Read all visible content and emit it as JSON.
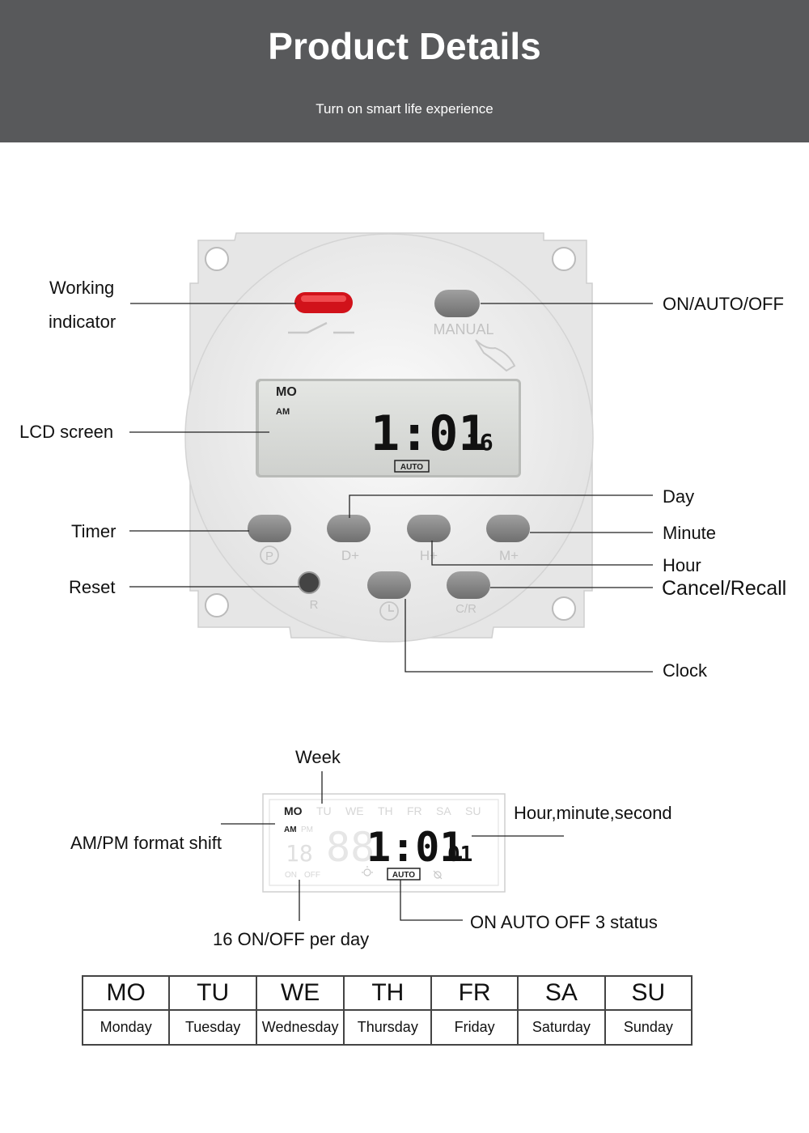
{
  "header": {
    "title": "Product Details",
    "subtitle": "Turn on smart life experience"
  },
  "device": {
    "manual_label": "MANUAL",
    "lcd": {
      "day": "MO",
      "ampm": "AM",
      "time": "1:01",
      "seconds": "16",
      "mode": "AUTO"
    },
    "button_marks": {
      "timer": "P",
      "day": "D+",
      "hour": "H+",
      "minute": "M+",
      "reset": "R",
      "cancel_recall": "C/R"
    }
  },
  "callouts": {
    "working_indicator_line1": "Working",
    "working_indicator_line2": "indicator",
    "lcd_screen": "LCD screen",
    "timer": "Timer",
    "reset": "Reset",
    "on_auto_off": "ON/AUTO/OFF",
    "day": "Day",
    "minute": "Minute",
    "hour": "Hour",
    "cancel_recall": "Cancel/Recall",
    "clock": "Clock"
  },
  "display_diagram": {
    "week_label": "Week",
    "ampm_label": "AM/PM format shift",
    "hms_label": "Hour,minute,second",
    "onoff_label": "16 ON/OFF per day",
    "status_label": "ON AUTO OFF 3 status",
    "weekdays": [
      "MO",
      "TU",
      "WE",
      "TH",
      "FR",
      "SA",
      "SU"
    ],
    "am": "AM",
    "pm": "PM",
    "program_digits": "18",
    "time_faded": "88",
    "time": "1:01",
    "seconds": "01",
    "on": "ON",
    "off": "OFF",
    "mode": "AUTO"
  },
  "weekday_table": {
    "abbr": [
      "MO",
      "TU",
      "WE",
      "TH",
      "FR",
      "SA",
      "SU"
    ],
    "full": [
      "Monday",
      "Tuesday",
      "Wednesday",
      "Thursday",
      "Friday",
      "Saturday",
      "Sunday"
    ]
  }
}
